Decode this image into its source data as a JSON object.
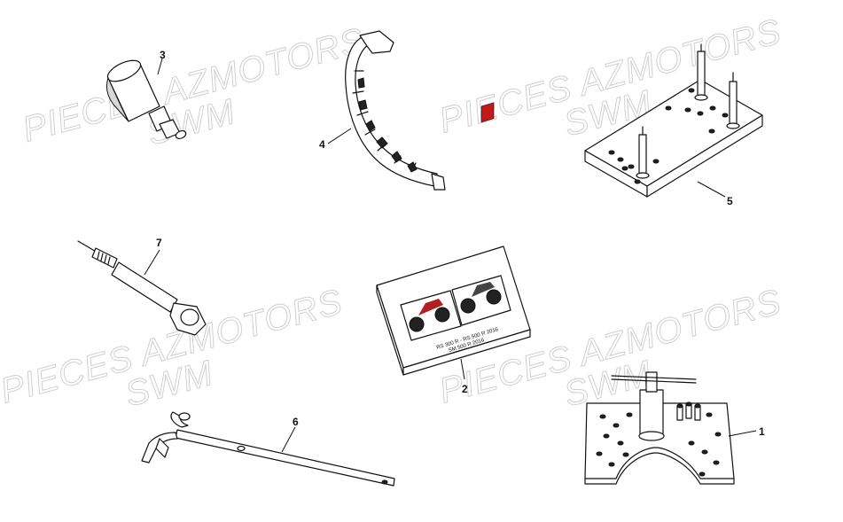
{
  "watermarks": [
    {
      "line1": "PIECES AZMOTORS",
      "line2": "SWM"
    },
    {
      "line1": "PIECES AZMOTORS",
      "line2": "SWM"
    },
    {
      "line1": "PIECES AZMOTORS",
      "line2": "SWM"
    },
    {
      "line1": "PIECES AZMOTORS",
      "line2": "SWM"
    }
  ],
  "callouts": {
    "p1": "1",
    "p2": "2",
    "p3": "3",
    "p4": "4",
    "p5": "5",
    "p6": "6",
    "p7": "7"
  },
  "manual": {
    "title_line1": "RS 300 R - RS 500 R 2016",
    "title_line2": "SM 500 R 2016"
  }
}
